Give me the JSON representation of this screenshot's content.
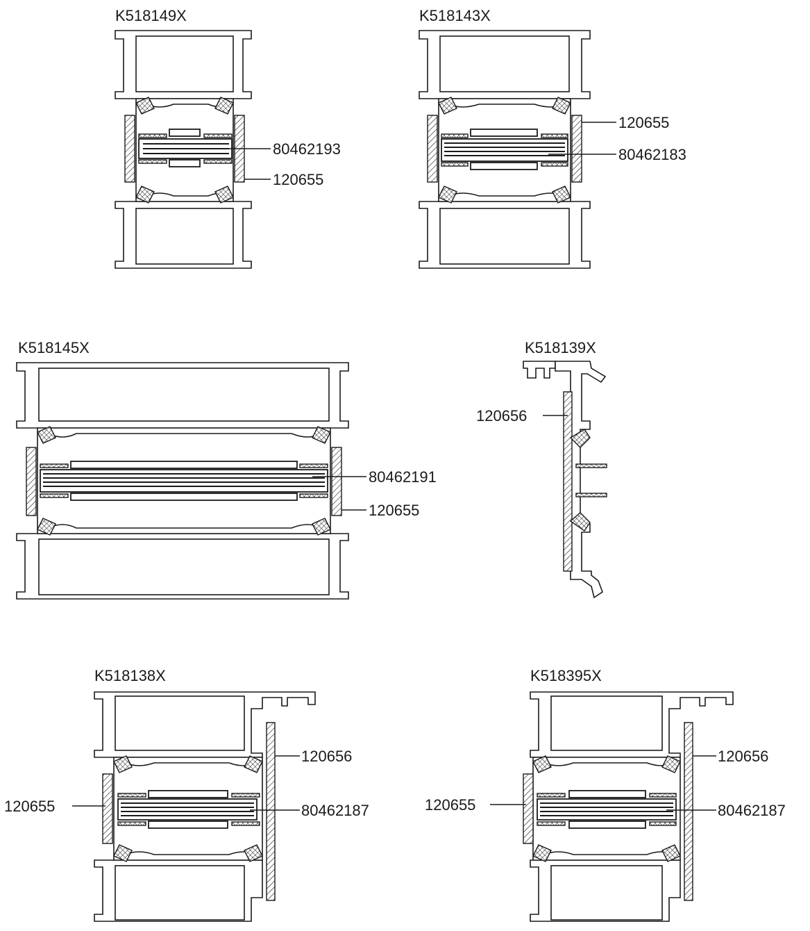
{
  "colors": {
    "ink": "#1a1a1a",
    "background": "#ffffff"
  },
  "profiles": [
    {
      "id": "p1",
      "title": "K518149X",
      "labels": [
        "80462193",
        "120655"
      ]
    },
    {
      "id": "p2",
      "title": "K518143X",
      "labels": [
        "120655",
        "80462183"
      ]
    },
    {
      "id": "p3",
      "title": "K518145X",
      "labels": [
        "80462191",
        "120655"
      ]
    },
    {
      "id": "p4",
      "title": "K518139X",
      "labels": [
        "120656"
      ]
    },
    {
      "id": "p5",
      "title": "K518138X",
      "labels": [
        "120656",
        "120655",
        "80462187"
      ]
    },
    {
      "id": "p6",
      "title": "K518395X",
      "labels": [
        "120656",
        "120655",
        "80462187"
      ]
    }
  ]
}
